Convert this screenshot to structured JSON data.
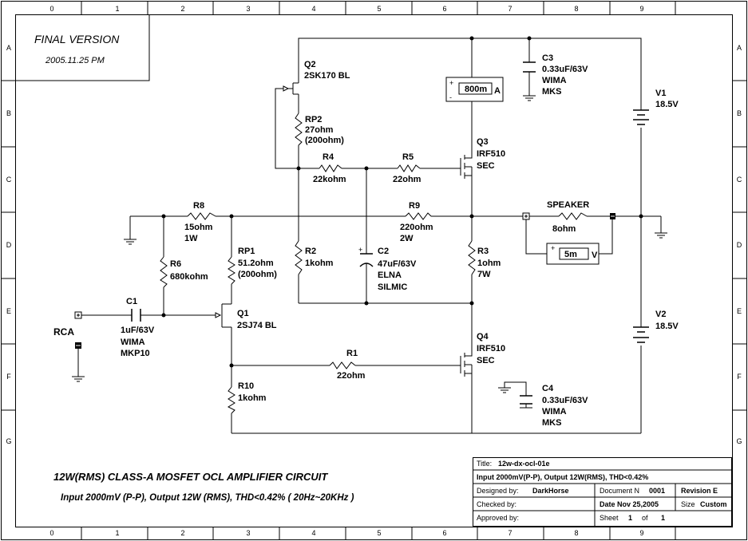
{
  "frame": {
    "columns": [
      "0",
      "1",
      "2",
      "3",
      "4",
      "5",
      "6",
      "7",
      "8",
      "9"
    ],
    "rows": [
      "A",
      "B",
      "C",
      "D",
      "E",
      "F",
      "G"
    ]
  },
  "header": {
    "version": "FINAL VERSION",
    "date": "2005.11.25 PM"
  },
  "components": {
    "q2": {
      "ref": "Q2",
      "value": "2SK170 BL"
    },
    "rp2": {
      "ref": "RP2",
      "value": "27ohm",
      "extra": "(200ohm)"
    },
    "r4": {
      "ref": "R4",
      "value": "22kohm"
    },
    "r5": {
      "ref": "R5",
      "value": "22ohm"
    },
    "q3": {
      "ref": "Q3",
      "value": "IRF510",
      "extra": "SEC"
    },
    "c3": {
      "ref": "C3",
      "value": "0.33uF/63V",
      "brand": "WIMA",
      "type": "MKS"
    },
    "v1": {
      "ref": "V1",
      "value": "18.5V"
    },
    "ammeter": {
      "reading": "800m",
      "unit": "A"
    },
    "r8": {
      "ref": "R8",
      "value": "15ohm",
      "power": "1W"
    },
    "r9": {
      "ref": "R9",
      "value": "220ohm",
      "power": "2W"
    },
    "speaker": {
      "ref": "SPEAKER",
      "value": "8ohm"
    },
    "voltmeter": {
      "reading": "5m",
      "unit": "V"
    },
    "rp1": {
      "ref": "RP1",
      "value": "51.2ohm",
      "extra": "(200ohm)"
    },
    "r2": {
      "ref": "R2",
      "value": "1kohm"
    },
    "c2": {
      "ref": "C2",
      "value": "47uF/63V",
      "brand": "ELNA",
      "type": "SILMIC"
    },
    "r3": {
      "ref": "R3",
      "value": "1ohm",
      "power": "7W"
    },
    "r6": {
      "ref": "R6",
      "value": "680kohm"
    },
    "c1": {
      "ref": "C1",
      "value": "1uF/63V",
      "brand": "WIMA",
      "type": "MKP10"
    },
    "rca": {
      "ref": "RCA"
    },
    "q1": {
      "ref": "Q1",
      "value": "2SJ74 BL"
    },
    "v2": {
      "ref": "V2",
      "value": "18.5V"
    },
    "q4": {
      "ref": "Q4",
      "value": "IRF510",
      "extra": "SEC"
    },
    "r1": {
      "ref": "R1",
      "value": "22ohm"
    },
    "r10": {
      "ref": "R10",
      "value": "1kohm"
    },
    "c4": {
      "ref": "C4",
      "value": "0.33uF/63V",
      "brand": "WIMA",
      "type": "MKS"
    }
  },
  "caption": {
    "title": "12W(RMS) CLASS-A  MOSFET OCL AMPLIFIER CIRCUIT",
    "subtitle": "Input 2000mV (P-P), Output 12W (RMS), THD<0.42% ( 20Hz~20KHz )"
  },
  "title_block": {
    "title_label": "Title:",
    "title_value": "12w-dx-ocl-01e",
    "description": "Input 2000mV(P-P), Output 12W(RMS), THD<0.42%",
    "designed_label": "Designed by:",
    "designed_value": "DarkHorse",
    "document_label": "Document N",
    "document_value": "0001",
    "revision": "Revision E",
    "checked_label": "Checked by:",
    "date": "Date Nov 25,2005",
    "size_label": "Size",
    "size_value": "Custom",
    "approved_label": "Approved by:",
    "sheet_label": "Sheet",
    "sheet_value": "1",
    "of_label": "of",
    "of_value": "1"
  }
}
